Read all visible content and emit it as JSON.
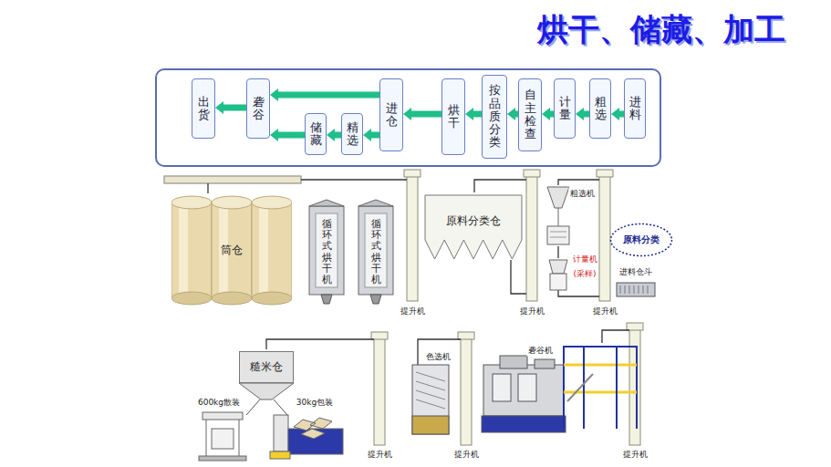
{
  "diagram": {
    "title": "烘干、储藏、加工",
    "nodes": [
      {
        "text": []
      },
      {
        "text": [
          "进料"
        ],
        "in": 0
      },
      {
        "text": [
          "粗选"
        ],
        "in": 0
      },
      {
        "text": [
          "计量"
        ],
        "in": 0
      },
      {
        "text": [
          "自主检查"
        ],
        "in": 0
      },
      {
        "text": [
          "按品质分类"
        ],
        "in": 0
      },
      {
        "text": [
          "烘干"
        ],
        "in": 0
      },
      {
        "text": [
          "进仓"
        ],
        "in": 0
      },
      {
        "text": [
          "精选"
        ],
        "in": 0
      },
      {
        "text": [
          "储藏"
        ],
        "in": 0
      },
      {
        "text": [
          "砻谷"
        ],
        "in": 0
      },
      {
        "text": [
          "出货"
        ],
        "in": 0
      },
      {
        "text": [
          "筒仓"
        ]
      },
      {
        "text": [
          "循环式烘干机"
        ]
      },
      {
        "text": [
          "循环式烘干机"
        ]
      },
      {
        "text": [
          "原料分类仓"
        ]
      },
      {
        "text": [
          "原料分类"
        ]
      },
      {
        "text": [
          "糙米仓"
        ]
      }
    ],
    "edges": [
      {
        "from": 1,
        "to": 2,
        "arrow": "to"
      },
      {
        "from": 2,
        "to": 3,
        "arrow": "to"
      },
      {
        "from": 3,
        "to": 4,
        "arrow": "to"
      },
      {
        "from": 4,
        "to": 5,
        "arrow": "to"
      },
      {
        "from": 5,
        "to": 6,
        "arrow": "to"
      },
      {
        "from": 6,
        "to": 7,
        "arrow": "to"
      },
      {
        "from": 7,
        "to": 10,
        "arrow": "to"
      },
      {
        "from": 7,
        "to": 8,
        "arrow": "to"
      },
      {
        "from": 8,
        "to": 9,
        "arrow": "to"
      },
      {
        "from": 9,
        "to": 10,
        "arrow": "to"
      },
      {
        "from": 10,
        "to": 11,
        "arrow": "to"
      }
    ],
    "labels": [
      "粗选机",
      "计量机",
      "(采样)",
      "进料仓斗",
      "提升机",
      "提升机",
      "提升机",
      "砻谷机",
      "色选机",
      "30kg包装",
      "600kg散装",
      "提升机",
      "提升机",
      "提升机"
    ]
  }
}
